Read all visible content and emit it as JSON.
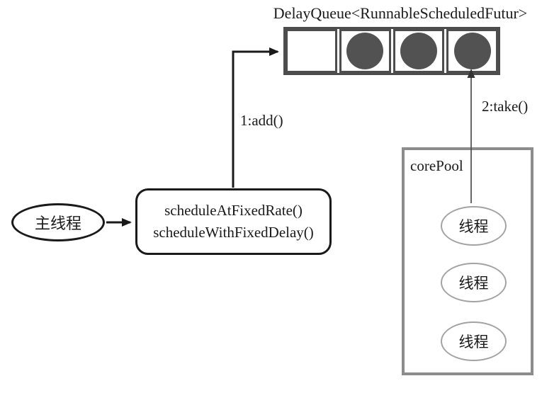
{
  "queue": {
    "title": "DelayQueue<RunnableScheduledFutur>",
    "cells": [
      {
        "filled": false
      },
      {
        "filled": true
      },
      {
        "filled": true
      },
      {
        "filled": true
      }
    ]
  },
  "main_thread": {
    "label": "主线程"
  },
  "scheduler": {
    "line1": "scheduleAtFixedRate()",
    "line2": "scheduleWithFixedDelay()"
  },
  "arrows": {
    "add_label": "1:add()",
    "take_label": "2:take()"
  },
  "core_pool": {
    "label": "corePool",
    "threads": [
      "线程",
      "线程",
      "线程"
    ]
  },
  "colors": {
    "ink": "#1a1a1a",
    "queue_border": "#4d4d4d",
    "task_dot": "#525252",
    "pool_border": "#8c8c8c",
    "thread_border": "#a3a3a3"
  }
}
